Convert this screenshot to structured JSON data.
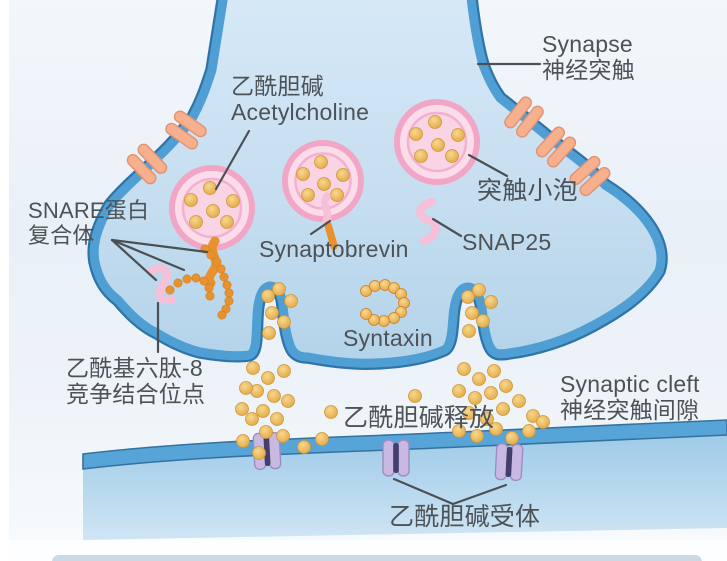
{
  "diagram": {
    "title": "Synapse acetylcholine release diagram",
    "labels": {
      "acetylcholine": {
        "cn": "乙酰胆碱",
        "en": "Acetylcholine"
      },
      "synapse": {
        "en": "Synapse",
        "cn": "神经突触"
      },
      "vesicle": {
        "cn": "突触小泡"
      },
      "snare": {
        "line1": "SNARE蛋白",
        "line2": "复合体"
      },
      "synaptobrevin": {
        "en": "Synaptobrevin"
      },
      "snap25": {
        "en": "SNAP25"
      },
      "syntaxin": {
        "en": "Syntaxin"
      },
      "ahp8": {
        "line1": "乙酰基六肽-8",
        "line2": "竞争结合位点"
      },
      "ach_release": {
        "cn": "乙酰胆碱释放"
      },
      "cleft": {
        "en": "Synaptic cleft",
        "cn": "神经突触间隙"
      },
      "receptor": {
        "cn": "乙酰胆碱受体"
      }
    },
    "colors": {
      "membrane_blue": "#4f9fd4",
      "membrane_dark": "#2f74a8",
      "cell_fill_top": "#d7e9f7",
      "cell_fill_bottom": "#b3d3ea",
      "vesicle_ring": "#f2a6c6",
      "vesicle_fill": "#fbdcea",
      "ach_dot": "#e2a844",
      "membrane_protein_salmon": "#f6b08d",
      "snare_orange": "#e8922f",
      "squiggle_pink": "#f6c0d8",
      "receptor_purple": "#c9b9e2",
      "receptor_core": "#433e6b",
      "label_text": "#4d5257",
      "leader_line": "#4b5055"
    }
  }
}
